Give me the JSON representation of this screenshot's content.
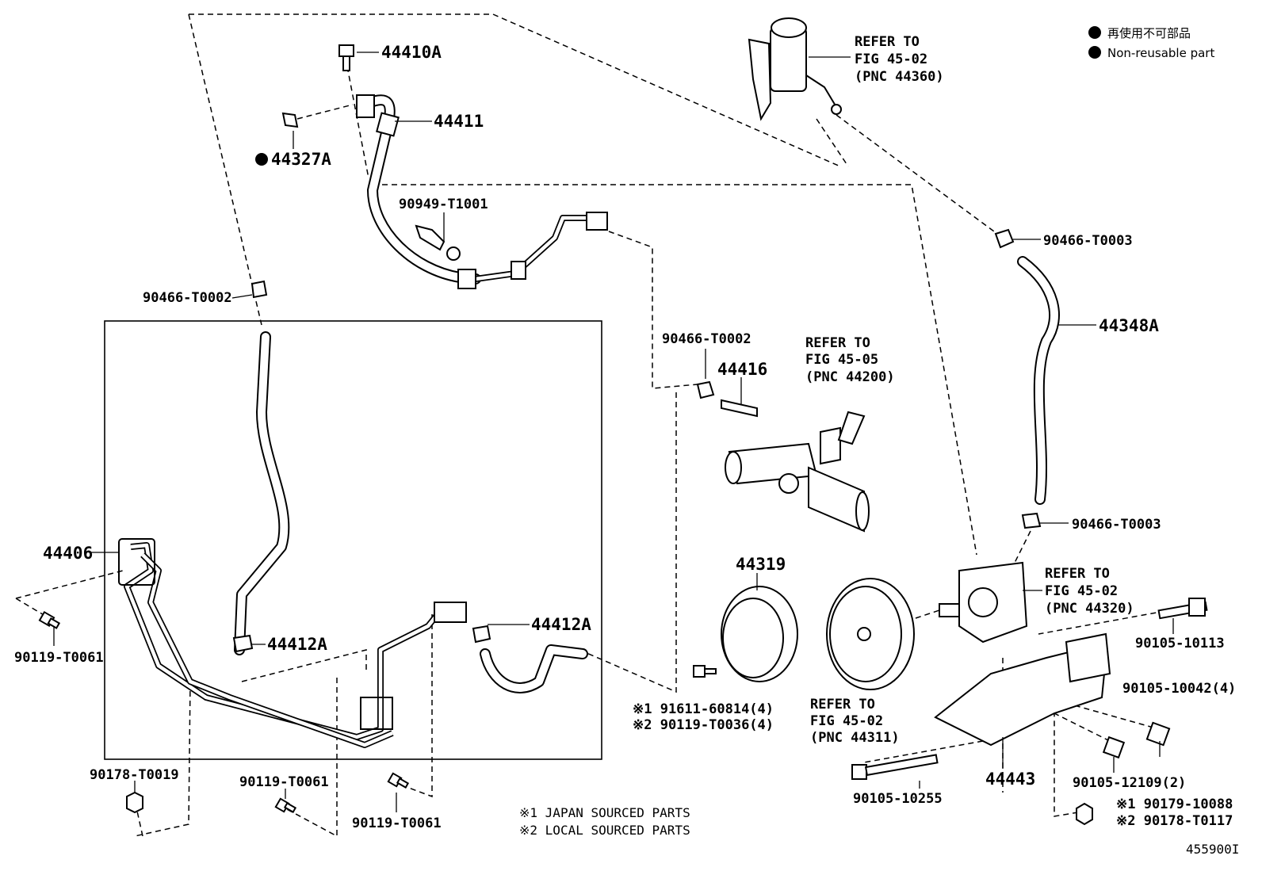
{
  "legend": {
    "non_reusable_jp": "再使用不可部品",
    "non_reusable_en": "Non-reusable part"
  },
  "parts": {
    "p44410A": "44410A",
    "p44411": "44411",
    "p44327A": "44327A",
    "p90949_T1001": "90949-T1001",
    "p90466_T0002_a": "90466-T0002",
    "p90466_T0002_b": "90466-T0002",
    "p44416": "44416",
    "p90466_T0003_a": "90466-T0003",
    "p90466_T0003_b": "90466-T0003",
    "p44348A": "44348A",
    "p44406": "44406",
    "p90119_T0061_a": "90119-T0061",
    "p90119_T0061_b": "90119-T0061",
    "p90119_T0061_c": "90119-T0061",
    "p44412A_a": "44412A",
    "p44412A_b": "44412A",
    "p90178_T0019": "90178-T0019",
    "p44319": "44319",
    "p91611_60814": "※1 91611-60814(4)",
    "p90119_T0036": "※2 90119-T0036(4)",
    "p90105_10113": "90105-10113",
    "p90105_10042": "90105-10042(4)",
    "p90105_10255": "90105-10255",
    "p44443": "44443",
    "p90105_12109": "90105-12109(2)",
    "p90179_10088": "※1 90179-10088",
    "p90178_T0117": "※2 90178-T0117"
  },
  "refs": {
    "reservoir": {
      "l1": "REFER TO",
      "l2": "FIG 45-02",
      "l3": "(PNC 44360)"
    },
    "gear": {
      "l1": "REFER TO",
      "l2": "FIG 45-05",
      "l3": "(PNC 44200)"
    },
    "pump": {
      "l1": "REFER TO",
      "l2": "FIG 45-02",
      "l3": "(PNC 44320)"
    },
    "pulley": {
      "l1": "REFER TO",
      "l2": "FIG 45-02",
      "l3": "(PNC 44311)"
    }
  },
  "notes": {
    "japan": "※1 JAPAN SOURCED PARTS",
    "local": "※2 LOCAL SOURCED PARTS"
  },
  "diagram_id": "455900I"
}
